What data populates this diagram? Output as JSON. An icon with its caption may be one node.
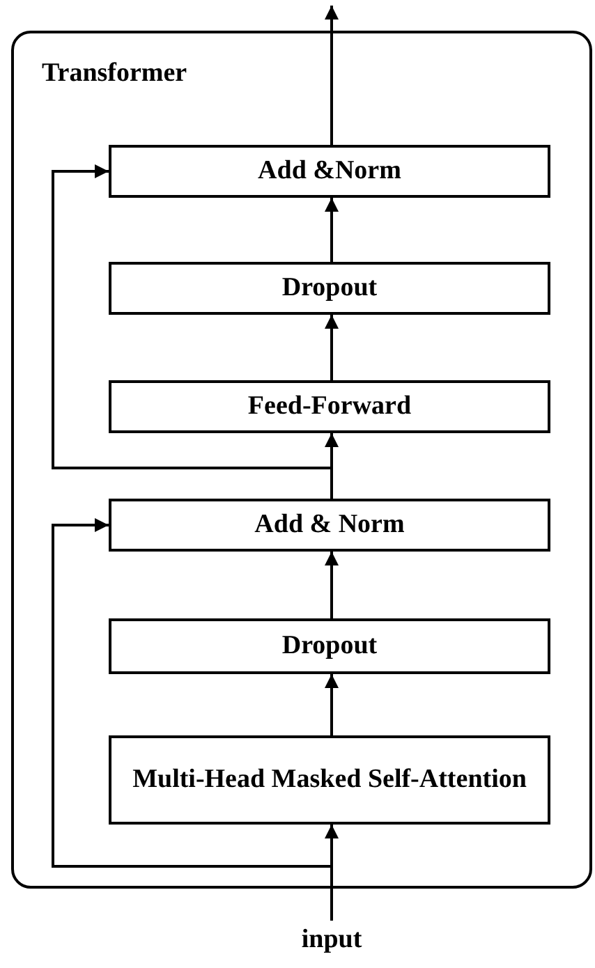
{
  "diagram": {
    "nodes": [
      {
        "text": [
          "Transformer"
        ]
      },
      {
        "text": [
          "Add &Norm"
        ],
        "in": 0
      },
      {
        "text": [
          "Dropout"
        ],
        "in": 0
      },
      {
        "text": [
          "Feed-Forward"
        ],
        "in": 0
      },
      {
        "text": [
          "Add & Norm"
        ],
        "in": 0
      },
      {
        "text": [
          "Dropout"
        ],
        "in": 0
      },
      {
        "text": [
          "Multi-Head Masked Self-Attention"
        ],
        "in": 0
      },
      {
        "text": [
          "input"
        ]
      }
    ],
    "edges": [
      {
        "from": 7,
        "to": 6,
        "arrow": "to"
      },
      {
        "from": 6,
        "to": 5,
        "arrow": "to"
      },
      {
        "from": 5,
        "to": 4,
        "arrow": "to"
      },
      {
        "from": 7,
        "to": 4,
        "arrow": "to"
      },
      {
        "from": 4,
        "to": 3,
        "arrow": "to"
      },
      {
        "from": 3,
        "to": 2,
        "arrow": "to"
      },
      {
        "from": 2,
        "to": 1,
        "arrow": "to"
      },
      {
        "from": 4,
        "to": 1,
        "arrow": "to"
      },
      {
        "from": 1,
        "to": null,
        "arrow": "to"
      }
    ]
  }
}
